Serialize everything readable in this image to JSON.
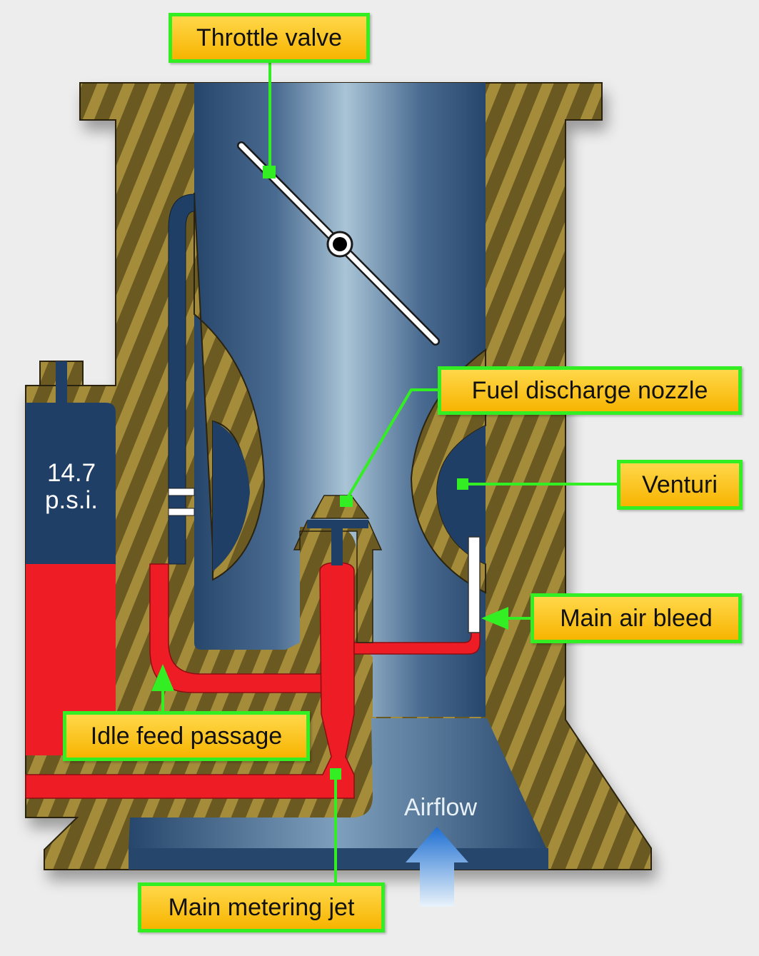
{
  "labels": {
    "throttle_valve": "Throttle valve",
    "fuel_discharge_nozzle": "Fuel discharge nozzle",
    "venturi": "Venturi",
    "main_air_bleed": "Main air bleed",
    "idle_feed_passage": "Idle feed passage",
    "main_metering_jet": "Main metering jet"
  },
  "pressure": {
    "value": "14.7",
    "unit": "p.s.i."
  },
  "airflow": "Airflow",
  "colors": {
    "body_brown": "#6b5a22",
    "stripe_gold": "#a48c3a",
    "passage_blue": "#1f3f66",
    "fuel_red": "#ee1c24",
    "callout_border": "#33ee22",
    "callout_fill": "#f9c21b"
  }
}
